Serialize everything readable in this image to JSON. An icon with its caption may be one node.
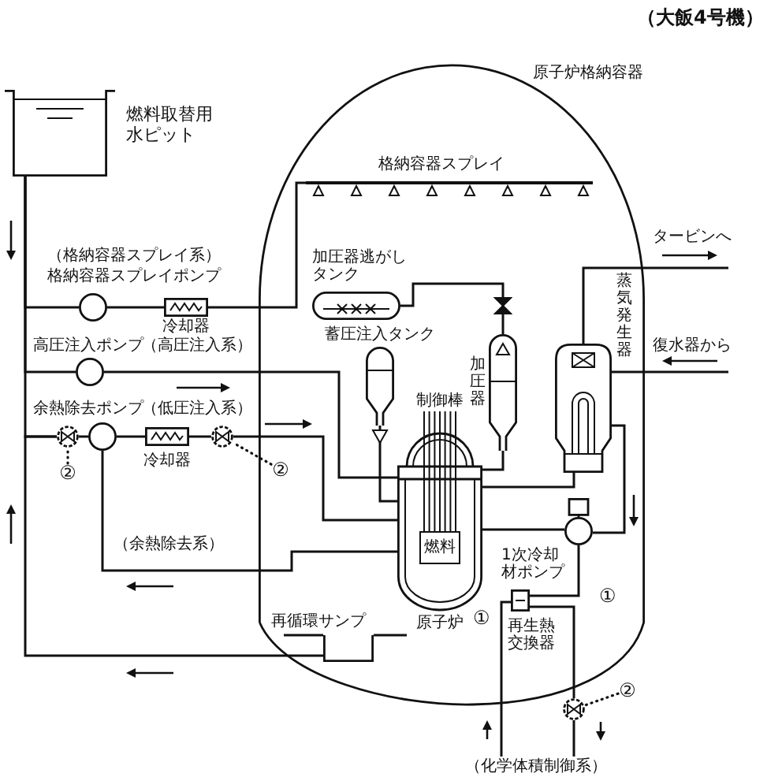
{
  "diagram": {
    "nodes": [
      {
        "text": [],
        "shape": "box",
        "beside": [
          "燃料取替用水ピット"
        ]
      },
      {
        "text": [
          "原子炉格納容器"
        ]
      },
      {
        "text": [],
        "shape": "bar",
        "beside": [
          "格納容器スプレイ"
        ],
        "in": 1
      },
      {
        "text": [],
        "shape": "circle",
        "beside": [
          "格納容器スプレイポンプ"
        ]
      },
      {
        "text": [],
        "shape": "box",
        "beside": [
          "冷却器"
        ]
      },
      {
        "text": [],
        "shape": "cylinder",
        "beside": [
          "加圧器逃がしタンク"
        ],
        "in": 1
      },
      {
        "text": [],
        "shape": "circle",
        "beside": [
          "高圧注入ポンプ"
        ]
      },
      {
        "text": [],
        "shape": "cylinder",
        "beside": [
          "蓄圧注入タンク"
        ],
        "in": 1
      },
      {
        "text": [],
        "shape": "cylinder",
        "beside": [
          "加圧器"
        ],
        "in": 1
      },
      {
        "text": [],
        "shape": "cylinder",
        "beside": [
          "蒸気発生器"
        ],
        "in": 1
      },
      {
        "text": [],
        "shape": "circle",
        "beside": [
          "余熱除去ポンプ"
        ]
      },
      {
        "text": [],
        "shape": "circle"
      },
      {
        "text": [],
        "shape": "box",
        "beside": [
          "冷却器"
        ]
      },
      {
        "text": [],
        "shape": "circle"
      },
      {
        "text": [],
        "shape": "cylinder",
        "beside": [
          "原子炉"
        ],
        "in": 1
      },
      {
        "text": [
          "燃料"
        ],
        "in": 14
      },
      {
        "text": [],
        "shape": "circle",
        "beside": [
          "1次冷却材ポンプ"
        ],
        "in": 1
      },
      {
        "text": [
          "②"
        ]
      },
      {
        "text": [
          "②"
        ],
        "in": 1
      },
      {
        "text": [],
        "shape": "box",
        "beside": [
          "再生熱交換器"
        ],
        "in": 1
      },
      {
        "text": [],
        "shape": "box",
        "beside": [
          "再循環サンプ"
        ],
        "in": 1
      },
      {
        "text": [],
        "shape": "circle"
      },
      {
        "text": [
          "②"
        ]
      },
      {
        "text": [
          "（化学体積制御系）"
        ]
      }
    ],
    "edges": [
      {
        "from": 0,
        "to": 3,
        "arrow": "none"
      },
      {
        "from": 3,
        "to": 4,
        "arrow": "none"
      },
      {
        "from": 4,
        "to": 2,
        "arrow": "none"
      },
      {
        "from": 0,
        "to": 6,
        "arrow": "none"
      },
      {
        "from": 6,
        "to": 14,
        "arrow": "none"
      },
      {
        "from": 0,
        "to": 11,
        "arrow": "none"
      },
      {
        "from": 11,
        "to": 10,
        "arrow": "none"
      },
      {
        "from": 10,
        "to": 12,
        "arrow": "none"
      },
      {
        "from": 12,
        "to": 13,
        "arrow": "none"
      },
      {
        "from": 13,
        "to": 14,
        "arrow": "none"
      },
      {
        "from": 7,
        "to": 14,
        "arrow": "to"
      },
      {
        "from": 8,
        "to": 5,
        "arrow": "none"
      },
      {
        "from": 8,
        "to": 14,
        "arrow": "none"
      },
      {
        "from": 14,
        "to": 9,
        "arrow": "none"
      },
      {
        "from": 9,
        "to": 16,
        "arrow": "none"
      },
      {
        "from": 16,
        "to": 14,
        "arrow": "none"
      },
      {
        "from": 9,
        "to": null,
        "arrow": "none",
        "label": "タービンへ"
      },
      {
        "from": null,
        "to": 9,
        "arrow": "none",
        "label": "復水器から"
      },
      {
        "from": 20,
        "to": 11,
        "arrow": "none"
      },
      {
        "from": 14,
        "to": 10,
        "arrow": "none"
      },
      {
        "from": 16,
        "to": 19,
        "arrow": "none"
      },
      {
        "from": 23,
        "to": 19,
        "arrow": "none"
      },
      {
        "from": 19,
        "to": 21,
        "arrow": "none"
      },
      {
        "from": 21,
        "to": 23,
        "arrow": "none"
      },
      {
        "from": 17,
        "to": 11,
        "arrow": "none",
        "style": "dashed"
      },
      {
        "from": 18,
        "to": 13,
        "arrow": "none",
        "style": "dashed"
      },
      {
        "from": 22,
        "to": 21,
        "arrow": "none",
        "style": "dashed"
      }
    ],
    "labels": [
      "（大飯4号機）",
      "（格納容器スプレイ系）",
      "（高圧注入系）",
      "制御棒",
      "（低圧注入系）",
      "（余熱除去系）",
      "①",
      "①"
    ]
  }
}
